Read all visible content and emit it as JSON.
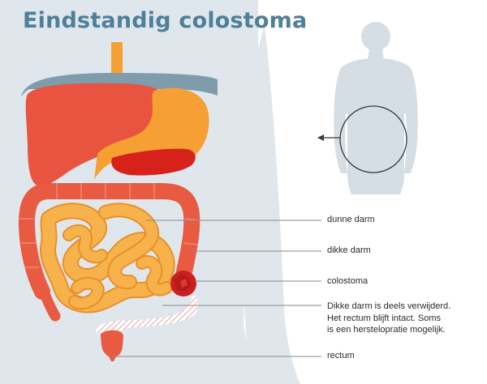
{
  "title": "Eindstandig colostoma",
  "colors": {
    "title": "#4f7f99",
    "body_silhouette": "#dfe7ed",
    "small_figure": "#d5dee5",
    "liver": "#e8543f",
    "stomach": "#f6a033",
    "spleen": "#d7221c",
    "diaphragm": "#7e9cab",
    "small_intestine": "#f7b24b",
    "small_intestine_shadow": "#e8902a",
    "large_intestine": "#e85a41",
    "stoma": "#cc1f1f",
    "removed_hatch": "#e9a59c",
    "leader_line": "#8a8a8a"
  },
  "labels": {
    "small_intestine": "dunne darm",
    "large_intestine": "dikke darm",
    "stoma": "colostoma",
    "note_lines": [
      "Dikke darm is deels verwijderd.",
      "Het rectum blijft intact. Soms",
      "is een herstelopratie mogelijk."
    ],
    "rectum": "rectum"
  },
  "icons": {
    "focus_circle": "circle-outline-icon",
    "pointer": "arrow-left-icon"
  }
}
